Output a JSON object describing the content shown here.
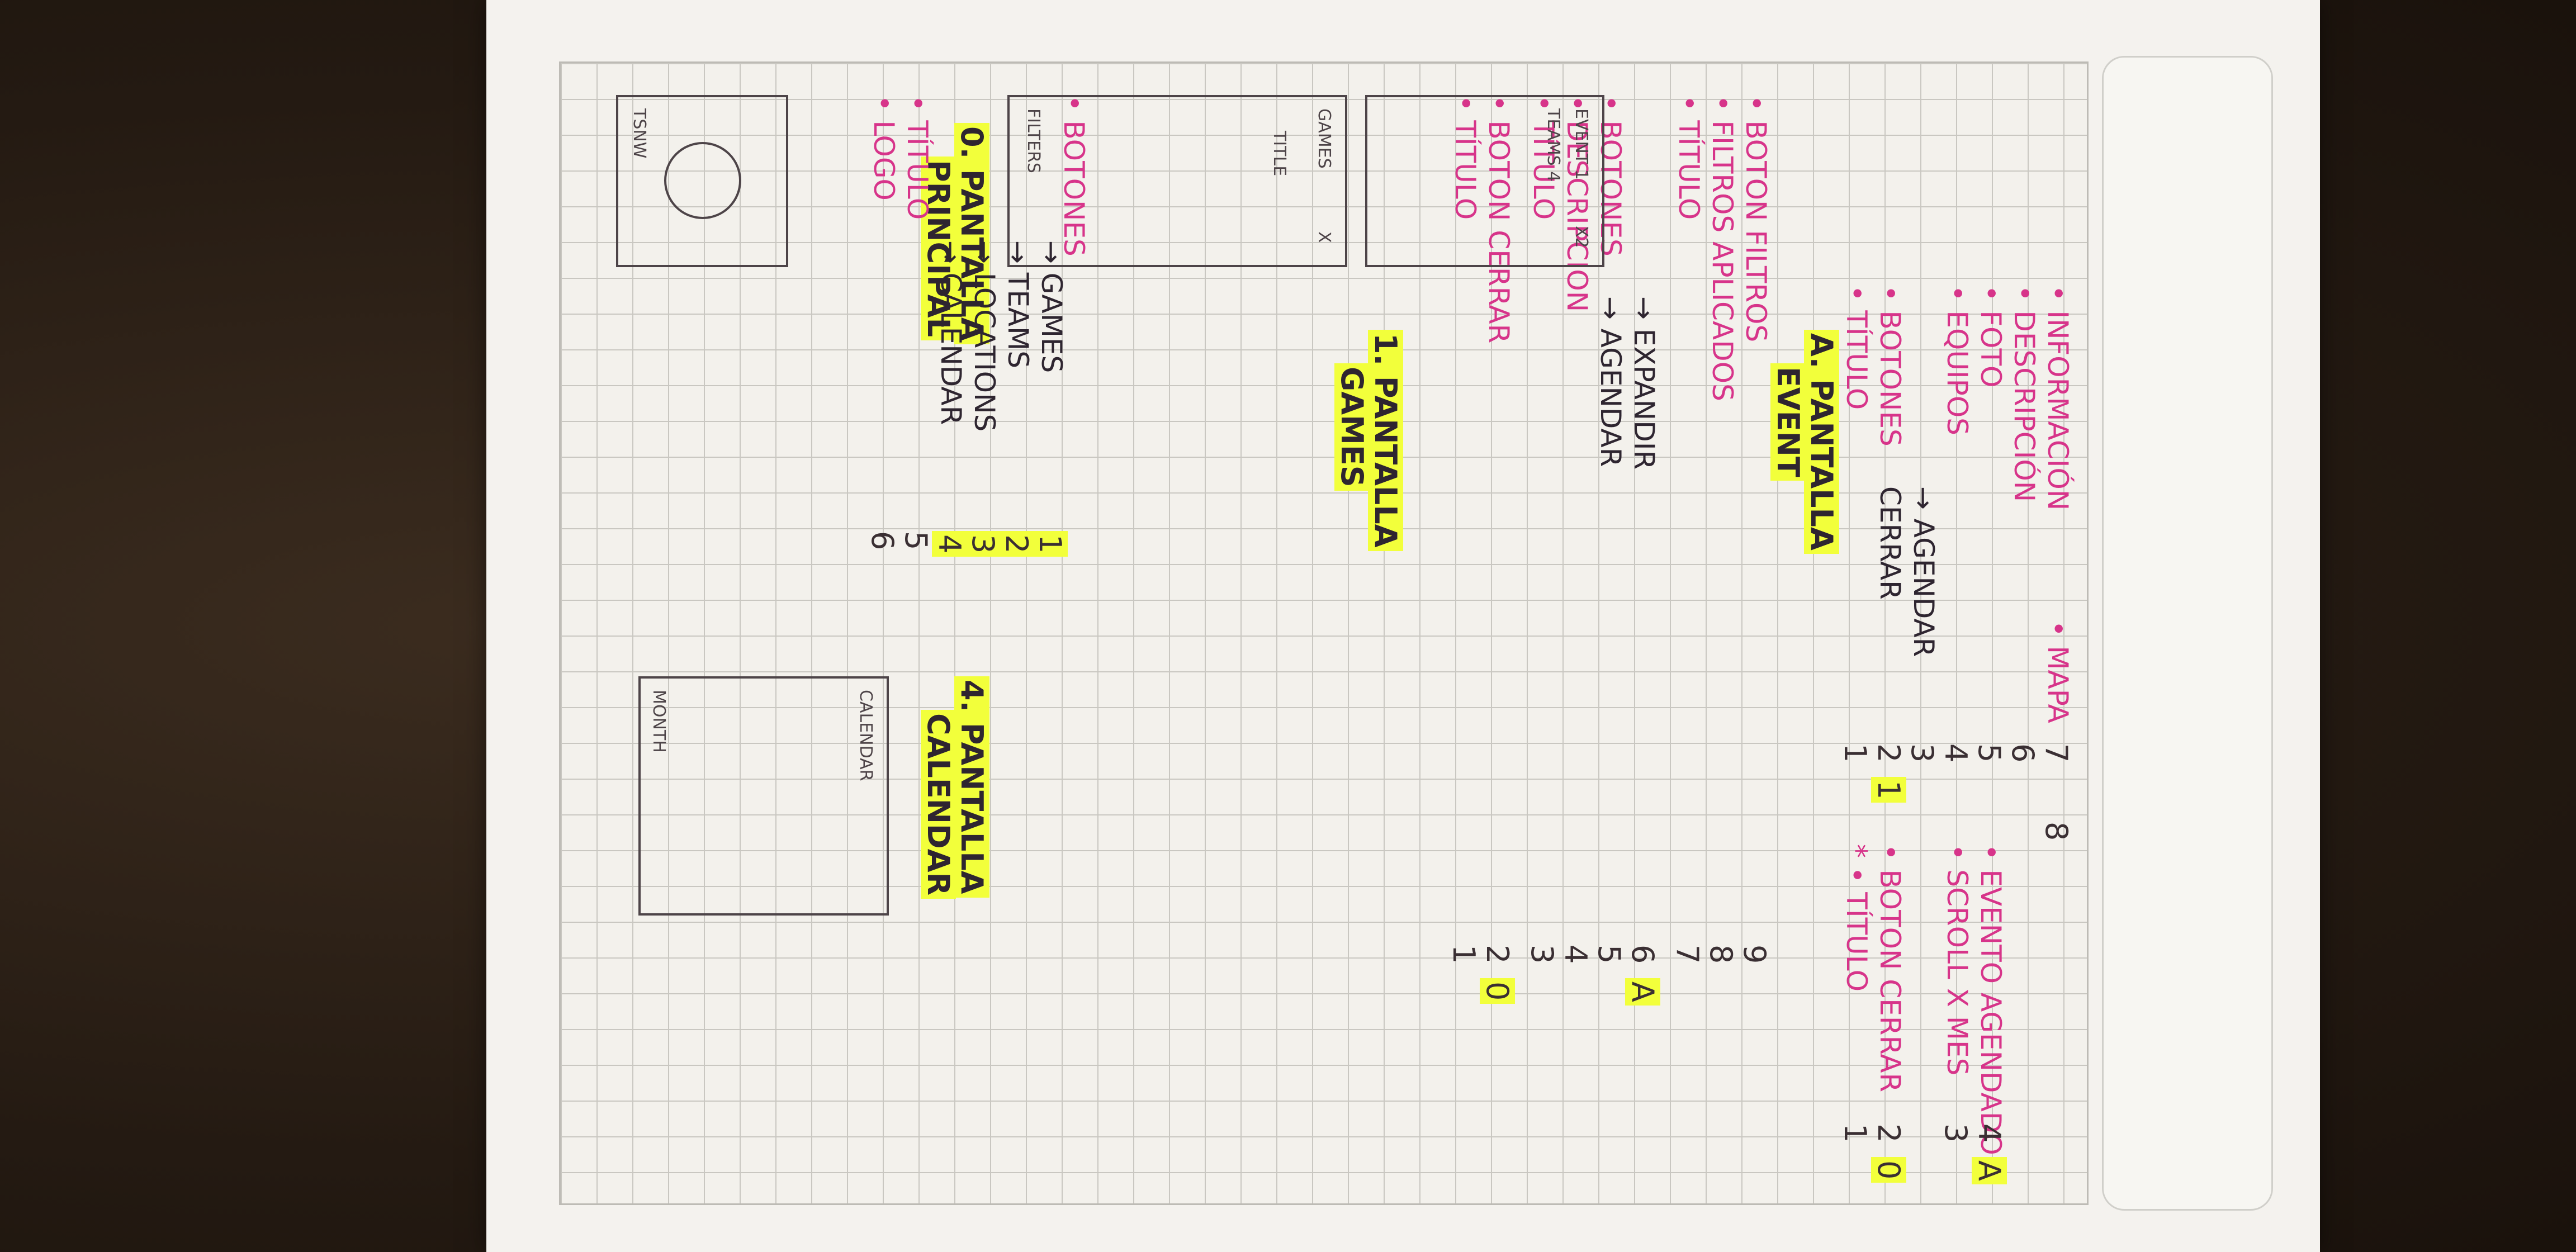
{
  "sections": {
    "s0": {
      "title_a": "0. PANTALLA",
      "title_b": "PRINCIPAL"
    },
    "s1": {
      "title_a": "1. PANTALLA",
      "title_b": "GAMES"
    },
    "sA": {
      "title_a": "A. PANTALLA",
      "title_b": "EVENT"
    },
    "s4": {
      "title_a": "4. PANTALLA",
      "title_b": "CALENDAR"
    }
  },
  "s0_items": [
    {
      "label": "• BOTONES",
      "sub": [
        "→ GAMES",
        "→ TEAMS",
        "→ LOCATIONS",
        "→ CALENDAR"
      ],
      "nums": [
        "1",
        "2",
        "3",
        "4"
      ]
    },
    {
      "label": "• TÍTULO",
      "num": "5"
    },
    {
      "label": "• LOGO",
      "num": "6"
    }
  ],
  "games_items": [
    {
      "label": "• TÍTULO",
      "num": "1"
    },
    {
      "label": "• BOTON CERRAR",
      "num": "2",
      "tag": "0"
    },
    {
      "label": "• TÍTULO",
      "num": "3"
    },
    {
      "label": "• DESCRIPCION",
      "num": "4"
    },
    {
      "label": "• BOTONES",
      "sub": [
        "→ AGENDAR",
        "→ EXPANDIR"
      ],
      "nums": [
        "5",
        "6"
      ],
      "tag": "A"
    },
    {
      "label": "• TÍTULO",
      "num": "7"
    },
    {
      "label": "• FILTROS APLICADOS",
      "num": "8"
    },
    {
      "label": "• BOTON FILTROS",
      "num": "9"
    }
  ],
  "event_items": [
    {
      "label": "• TÍTULO",
      "num": "1"
    },
    {
      "label": "• BOTONES",
      "sub": [
        "CERRAR",
        "→ AGENDAR"
      ],
      "nums": [
        "2",
        "3"
      ],
      "tag": "1"
    },
    {
      "label": "• EQUIPOS",
      "num": "4"
    },
    {
      "label": "• FOTO",
      "num": "5"
    },
    {
      "label": "• DESCRIPCIÓN",
      "num": "6"
    },
    {
      "label": "• INFORMACIÓN",
      "num": "7"
    },
    {
      "label": "• MAPA",
      "num": "8"
    }
  ],
  "calendar_items": [
    {
      "label": "* • TÍTULO",
      "num": "1"
    },
    {
      "label": "• BOTON CERRAR",
      "num": "2",
      "tag": "0"
    },
    {
      "label": "• SCROLL X MES",
      "num": "3"
    },
    {
      "label": "• EVENTO AGENDADO",
      "num": "4",
      "tag": "A"
    }
  ],
  "wire_labels": {
    "tsnw": "TSNW",
    "games_header": "GAMES",
    "games_title": "TITLE",
    "games_x": "X",
    "event_header": "EVENT 1",
    "event_x": "X2",
    "event_teams": "TEAMS 4",
    "filters": "FILTERS",
    "calendar": "CALENDAR",
    "month": "MONTH"
  },
  "colors": {
    "highlight": "#f2ff3b",
    "pink": "#d7348a",
    "paper": "#f4f2ee",
    "grid": "#c9c7c1",
    "wood": "#2a2017"
  }
}
